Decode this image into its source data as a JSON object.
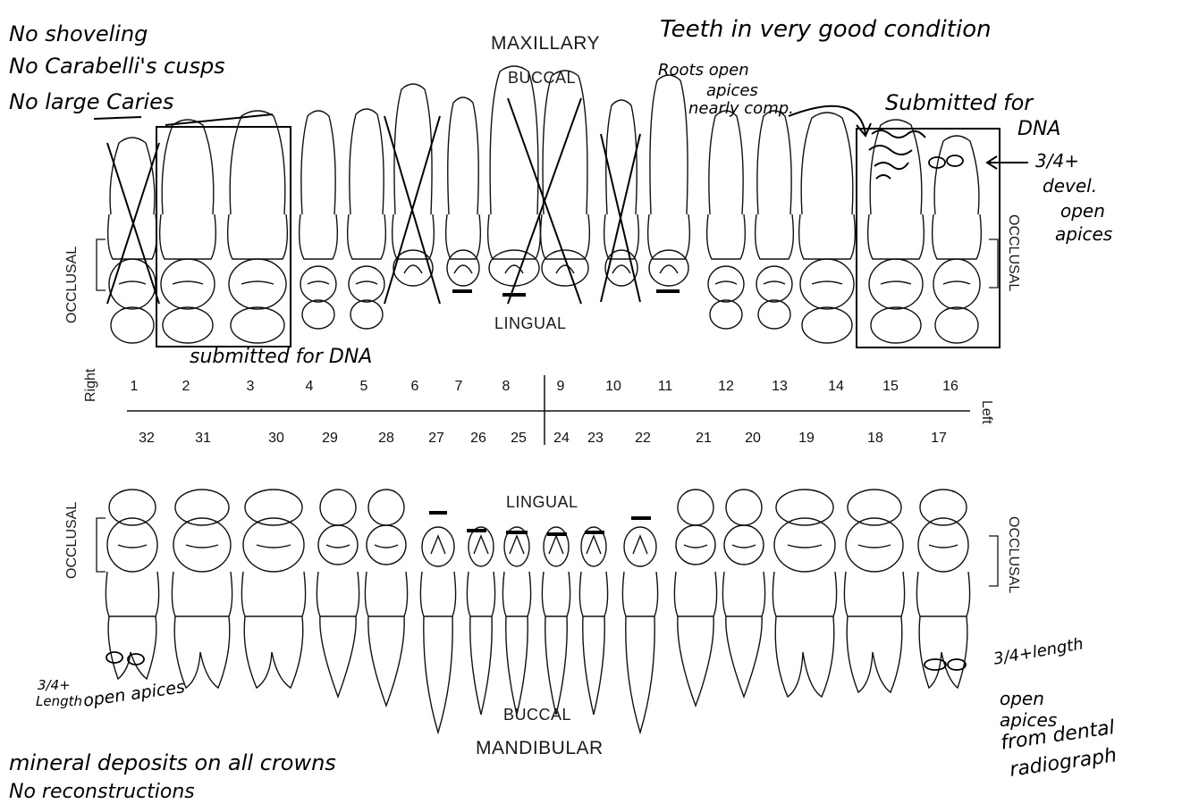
{
  "chart_labels": {
    "maxillary": "MAXILLARY",
    "buccal_top": "BUCCAL",
    "lingual_top": "LINGUAL",
    "lingual_bottom": "LINGUAL",
    "buccal_bottom": "BUCCAL",
    "mandibular": "MANDIBULAR",
    "right": "Right",
    "left": "Left",
    "occlusal": "OCCLUSAL"
  },
  "upper_numbers": [
    "1",
    "2",
    "3",
    "4",
    "5",
    "6",
    "7",
    "8",
    "9",
    "10",
    "11",
    "12",
    "13",
    "14",
    "15",
    "16"
  ],
  "lower_numbers": [
    "32",
    "31",
    "30",
    "29",
    "28",
    "27",
    "26",
    "25",
    "24",
    "23",
    "22",
    "21",
    "20",
    "19",
    "18",
    "17"
  ],
  "notes": {
    "left_top": [
      "No shoveling",
      "No Carabelli's cusps",
      "No large Caries"
    ],
    "top_right": "Teeth in very good condition",
    "roots": [
      "Roots open",
      "apices",
      "nearly comp."
    ],
    "submitted_top": [
      "Submitted for",
      "DNA"
    ],
    "devel": [
      "3/4+",
      "devel.",
      "open",
      "apices"
    ],
    "submitted_mid": "submitted for DNA",
    "lower_left": [
      "3/4+",
      "Length",
      "open apices"
    ],
    "lower_right": [
      "3/4+length",
      "open",
      "apices",
      "from dental",
      "radiograph"
    ],
    "bottom_left": [
      "mineral deposits on all crowns",
      "No reconstructions"
    ]
  },
  "colors": {
    "ink": "#000000",
    "print": "#1a1a1a"
  }
}
